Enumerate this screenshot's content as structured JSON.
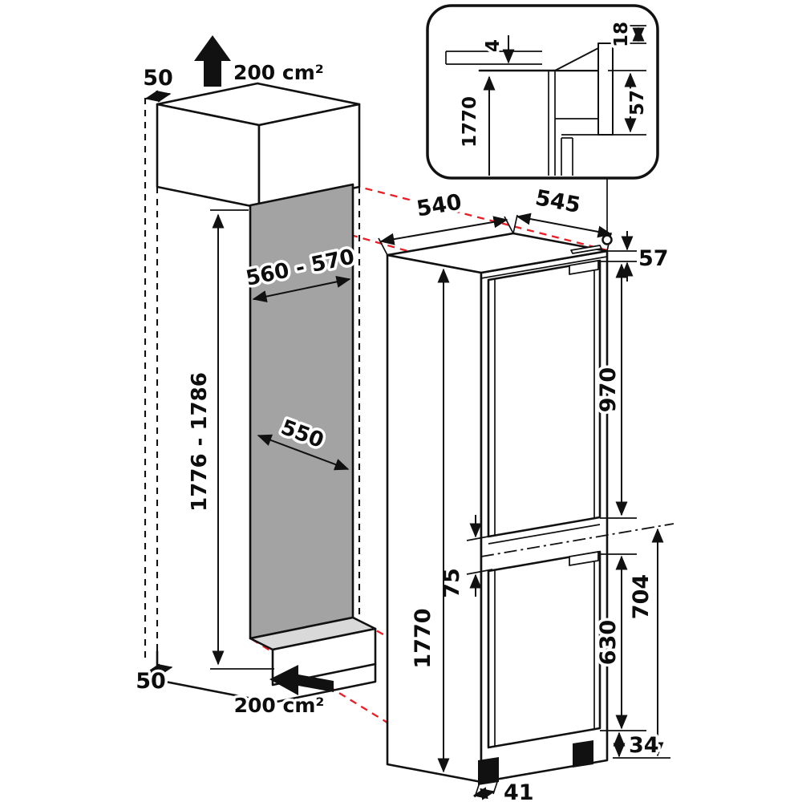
{
  "diagram": {
    "kind": "built-in fridge-freezer installation dimensions",
    "colors": {
      "line": "#111111",
      "projection_red": "#ec1c24",
      "niche_back_panel": "#a3a3a3",
      "niche_floor": "#d9d9d9"
    },
    "inset": {
      "gap_top": "4",
      "panel_overlap": "18",
      "height": "1770",
      "hinge_offset": "57"
    },
    "niche": {
      "clearance_top": "50",
      "vent_top": "200 cm²",
      "width": "560 - 570",
      "height": "1776 - 1786",
      "depth": "550",
      "clearance_bottom": "50",
      "vent_bottom": "200 cm²"
    },
    "appliance": {
      "width": "540",
      "depth": "545",
      "door_top_offset": "57",
      "upper_door_height": "970",
      "door_gap": "75",
      "lower_door_height": "630",
      "lower_section_height": "704",
      "height": "1770",
      "plinth_height": "34",
      "foot_offset": "41"
    }
  }
}
